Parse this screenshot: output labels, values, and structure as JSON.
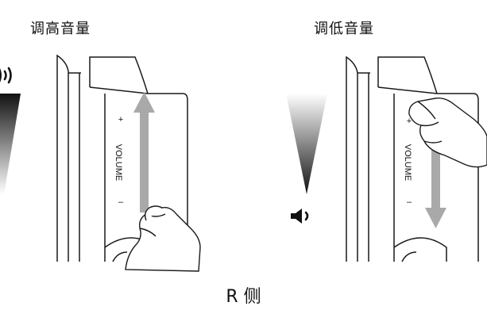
{
  "panels": {
    "left": {
      "title": "调高音量",
      "direction": "up",
      "volume_text": "VOLUME",
      "plus": "+",
      "minus": "–"
    },
    "right": {
      "title": "调低音量",
      "direction": "down",
      "volume_text": "VOLUME",
      "plus": "+",
      "minus": "–"
    }
  },
  "caption": "R 侧",
  "colors": {
    "arrow": "#a9a9a9",
    "line": "#1a1a1a",
    "gradient_dark": "#111111",
    "gradient_light": "#ffffff"
  },
  "icons": {
    "volume_high": "speaker-high-icon",
    "volume_low": "speaker-low-icon"
  }
}
